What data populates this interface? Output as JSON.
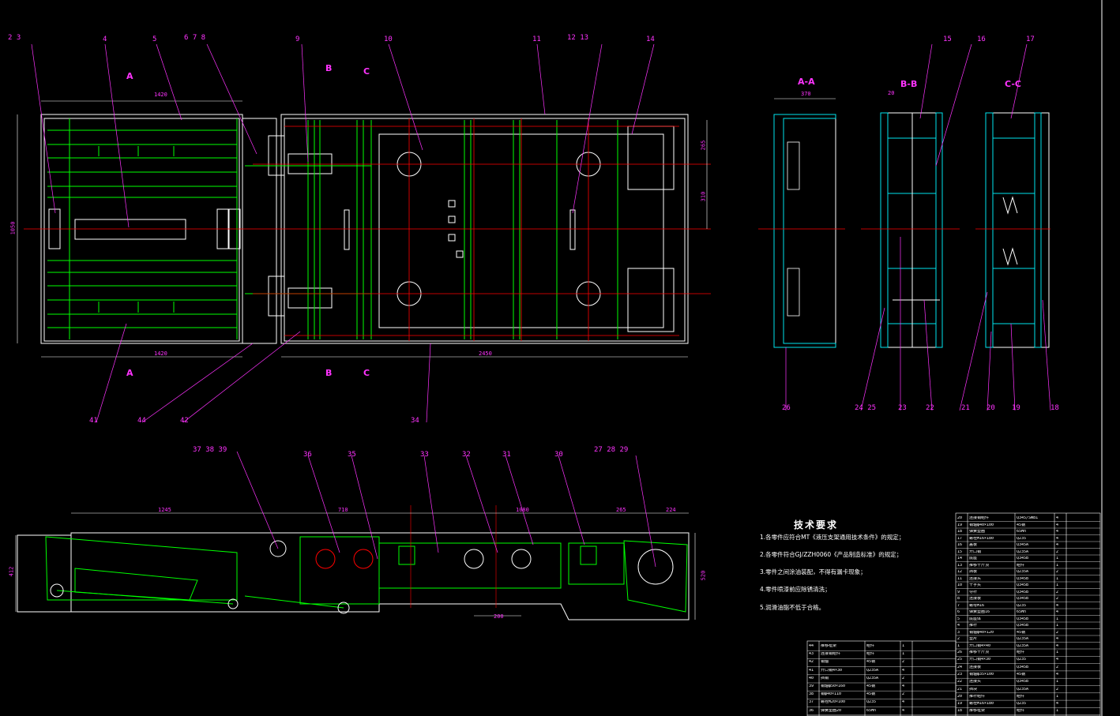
{
  "drawing": {
    "section_labels": {
      "aa": "A-A",
      "bb": "B-B",
      "cc": "C-C",
      "cut_a_top": "A",
      "cut_a_bottom": "A",
      "cut_b_top": "B",
      "cut_b_bottom": "B",
      "cut_c_top": "C",
      "cut_c_bottom": "C"
    },
    "callouts_top": [
      "2 3",
      "4",
      "5",
      "6 7 8",
      "9",
      "10",
      "11",
      "12 13",
      "14",
      "15",
      "16",
      "17"
    ],
    "callouts_bottom": [
      "41",
      "44",
      "42",
      "34",
      "26",
      "24 25",
      "23",
      "22",
      "21",
      "20",
      "19",
      "18"
    ],
    "callouts_side": [
      "37 38 39",
      "36",
      "35",
      "33",
      "32",
      "31",
      "30",
      "27 28 29"
    ],
    "dimensions": {
      "top_w1": "1420",
      "bottom_w1": "1420",
      "bottom_w2": "2450",
      "height_left": "1050",
      "right_d1": "265",
      "right_d2": "310",
      "aa_w": "370",
      "bb_w": "20",
      "side_d1": "1245",
      "side_d2": "710",
      "side_d3": "1080",
      "side_d4": "265",
      "side_d5": "224",
      "side_d6": "200",
      "side_h1": "412",
      "side_h2": "520"
    },
    "tech_title": "技术要求",
    "tech_items": [
      "1.各零件应符合MT《液压支架通用技术条件》的规定；",
      "2.各零件符合GJ/ZZH0060《产品制造标准》的规定；",
      "3.零件之间涂油装配，不得有漏卡现象；",
      "4.零件喷漆前应除锈清洗；",
      "5.润滑油脂不低于合格。"
    ]
  },
  "bom": {
    "upper_rows": [
      [
        "20",
        "连接销组件",
        "Q345/SWB1",
        "4"
      ],
      [
        "19",
        "销轴φ40×100",
        "45钢",
        "4"
      ],
      [
        "18",
        "弹簧垫圈",
        "65Mn",
        "4"
      ],
      [
        "17",
        "螺栓M16×180",
        "Q235",
        "4"
      ],
      [
        "16",
        "盖板",
        "Q345A",
        "4"
      ],
      [
        "15",
        "开口销",
        "Q235A",
        "2"
      ],
      [
        "14",
        "底座",
        "Q345B",
        "1"
      ],
      [
        "13",
        "推移千斤顶",
        "组件",
        "1"
      ],
      [
        "12",
        "挡板",
        "Q235A",
        "2"
      ],
      [
        "11",
        "连接头",
        "Q345B",
        "1"
      ],
      [
        "10",
        "十字头",
        "Q345B",
        "1"
      ],
      [
        "9",
        "导杆",
        "Q345B",
        "2"
      ],
      [
        "8",
        "连接板",
        "Q345B",
        "2"
      ],
      [
        "7",
        "螺母M16",
        "Q235",
        "4"
      ],
      [
        "6",
        "弹簧垫圈16",
        "65Mn",
        "4"
      ],
      [
        "5",
        "底座体",
        "Q345B",
        "1"
      ],
      [
        "4",
        "推杆",
        "Q345B",
        "1"
      ],
      [
        "3",
        "销轴φ40×120",
        "45钢",
        "2"
      ],
      [
        "2",
        "垫片",
        "Q235A",
        "4"
      ],
      [
        "1",
        "开口销4×40",
        "Q235A",
        "4"
      ]
    ],
    "lower_left_rows": [
      [
        "44",
        "推移框架",
        "组件",
        "1"
      ],
      [
        "43",
        "连接销组件",
        "组件",
        "1"
      ],
      [
        "42",
        "销轴",
        "45钢",
        "2"
      ],
      [
        "41",
        "开口销4×30",
        "Q235A",
        "4"
      ],
      [
        "40",
        "挡销",
        "Q235A",
        "2"
      ],
      [
        "39",
        "销轴φ50×160",
        "45钢",
        "4"
      ],
      [
        "38",
        "销φ40×110",
        "45钢",
        "2"
      ],
      [
        "37",
        "螺栓M20×100",
        "Q235",
        "4"
      ],
      [
        "36",
        "弹簧垫圈20",
        "65Mn",
        "4"
      ]
    ],
    "lower_mid_rows": [
      [
        "26",
        "推移千斤顶",
        "组件",
        "1"
      ],
      [
        "25",
        "开口销4×30",
        "Q235",
        "4"
      ],
      [
        "24",
        "连接板",
        "Q345B",
        "2"
      ],
      [
        "23",
        "销轴φ35×100",
        "45钢",
        "4"
      ],
      [
        "22",
        "连接头",
        "Q345B",
        "1"
      ],
      [
        "21",
        "挡块",
        "Q235A",
        "2"
      ],
      [
        "20",
        "推杆组件",
        "组件",
        "1"
      ],
      [
        "19",
        "螺栓M16×180",
        "Q235",
        "4"
      ],
      [
        "18",
        "推移框架",
        "组件",
        "1"
      ]
    ]
  },
  "colors": {
    "white": "#ffffff",
    "green": "#00ff00",
    "red": "#ff0000",
    "magenta": "#ff33ff",
    "cyan": "#00e5ee",
    "background": "#000000"
  }
}
